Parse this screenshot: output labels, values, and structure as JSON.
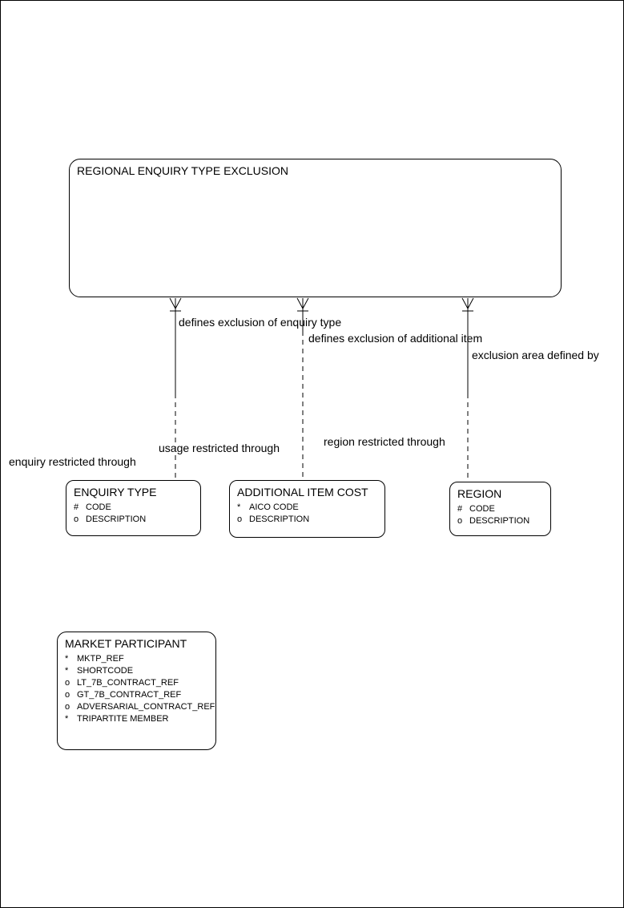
{
  "diagram_type": "entity-relationship-diagram",
  "colors": {
    "line": "#000000",
    "background": "#ffffff",
    "text": "#000000"
  },
  "entities": {
    "regional_enquiry_type_exclusion": {
      "title": "REGIONAL ENQUIRY TYPE EXCLUSION",
      "attributes": []
    },
    "enquiry_type": {
      "title": "ENQUIRY TYPE",
      "attributes": [
        {
          "marker": "#",
          "name": "CODE"
        },
        {
          "marker": "o",
          "name": "DESCRIPTION"
        }
      ]
    },
    "additional_item_cost": {
      "title": "ADDITIONAL ITEM COST",
      "attributes": [
        {
          "marker": "*",
          "name": "AICO CODE"
        },
        {
          "marker": "o",
          "name": "DESCRIPTION"
        }
      ]
    },
    "region": {
      "title": "REGION",
      "attributes": [
        {
          "marker": "#",
          "name": "CODE"
        },
        {
          "marker": "o",
          "name": "DESCRIPTION"
        }
      ]
    },
    "market_participant": {
      "title": "MARKET PARTICIPANT",
      "attributes": [
        {
          "marker": "*",
          "name": "MKTP_REF"
        },
        {
          "marker": "*",
          "name": "SHORTCODE"
        },
        {
          "marker": "o",
          "name": "LT_7B_CONTRACT_REF"
        },
        {
          "marker": "o",
          "name": "GT_7B_CONTRACT_REF"
        },
        {
          "marker": "o",
          "name": "ADVERSARIAL_CONTRACT_REF"
        },
        {
          "marker": "*",
          "name": "TRIPARTITE MEMBER"
        }
      ]
    }
  },
  "relationships": [
    {
      "from": "REGIONAL ENQUIRY TYPE EXCLUSION",
      "to": "ENQUIRY TYPE",
      "label_near_parent": "defines exclusion of enquiry type",
      "label_near_child": "enquiry restricted through"
    },
    {
      "from": "REGIONAL ENQUIRY TYPE EXCLUSION",
      "to": "ADDITIONAL ITEM COST",
      "label_near_parent": "defines exclusion of additional item",
      "label_near_child": "usage restricted through"
    },
    {
      "from": "REGIONAL ENQUIRY TYPE EXCLUSION",
      "to": "REGION",
      "label_near_parent": "exclusion area defined by",
      "label_near_child": "region restricted through"
    }
  ]
}
